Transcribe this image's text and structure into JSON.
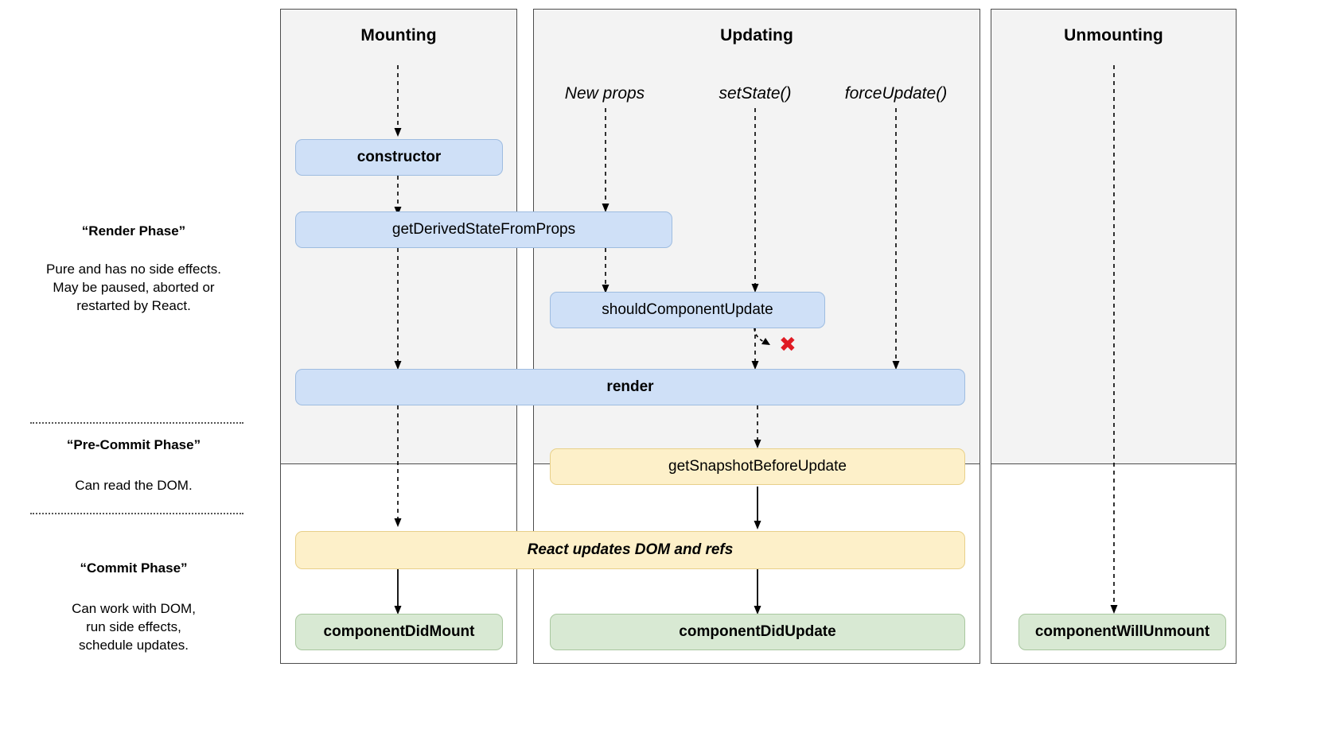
{
  "diagram": {
    "title": "React component lifecycle diagram",
    "colors": {
      "blue_fill": "#cfe0f7",
      "blue_stroke": "#9ebce0",
      "yellow_fill": "#fdf0c9",
      "yellow_stroke": "#e8d08a",
      "green_fill": "#d8e9d3",
      "green_stroke": "#a9c79f",
      "panel_gray": "#f3f3f3",
      "panel_border": "#4d4d4d",
      "red_x": "#e01b24"
    }
  },
  "phases": [
    {
      "key": "render",
      "title": "“Render Phase”",
      "description": "Pure and has no side effects.\nMay be paused, aborted or\nrestarted by React."
    },
    {
      "key": "precommit",
      "title": "“Pre-Commit Phase”",
      "description": "Can read the DOM."
    },
    {
      "key": "commit",
      "title": "“Commit Phase”",
      "description": "Can work with DOM,\nrun side effects,\nschedule updates."
    }
  ],
  "columns": [
    {
      "key": "mounting",
      "title": "Mounting"
    },
    {
      "key": "updating",
      "title": "Updating"
    },
    {
      "key": "unmounting",
      "title": "Unmounting"
    }
  ],
  "triggers": [
    {
      "key": "new-props",
      "label": "New props"
    },
    {
      "key": "set-state",
      "label": "setState()"
    },
    {
      "key": "force-update",
      "label": "forceUpdate()"
    }
  ],
  "lifecycle_boxes": [
    {
      "key": "constructor",
      "label": "constructor",
      "color": "blue",
      "column": "mounting"
    },
    {
      "key": "get-derived-state",
      "label": "getDerivedStateFromProps",
      "color": "blue",
      "column": "mounting-updating"
    },
    {
      "key": "should-component-update",
      "label": "shouldComponentUpdate",
      "color": "blue",
      "column": "updating"
    },
    {
      "key": "render",
      "label": "render",
      "color": "blue",
      "column": "mounting-updating"
    },
    {
      "key": "get-snapshot",
      "label": "getSnapshotBeforeUpdate",
      "color": "yellow",
      "column": "updating"
    },
    {
      "key": "react-updates-dom",
      "label": "React updates DOM and refs",
      "color": "yellow",
      "column": "mounting-updating"
    },
    {
      "key": "component-did-mount",
      "label": "componentDidMount",
      "color": "green",
      "column": "mounting"
    },
    {
      "key": "component-did-update",
      "label": "componentDidUpdate",
      "color": "green",
      "column": "updating"
    },
    {
      "key": "component-will-unmount",
      "label": "componentWillUnmount",
      "color": "green",
      "column": "unmounting"
    }
  ],
  "annotations": [
    {
      "key": "abort-update",
      "glyph": "✖",
      "meaning": "update aborted when shouldComponentUpdate returns false"
    }
  ]
}
